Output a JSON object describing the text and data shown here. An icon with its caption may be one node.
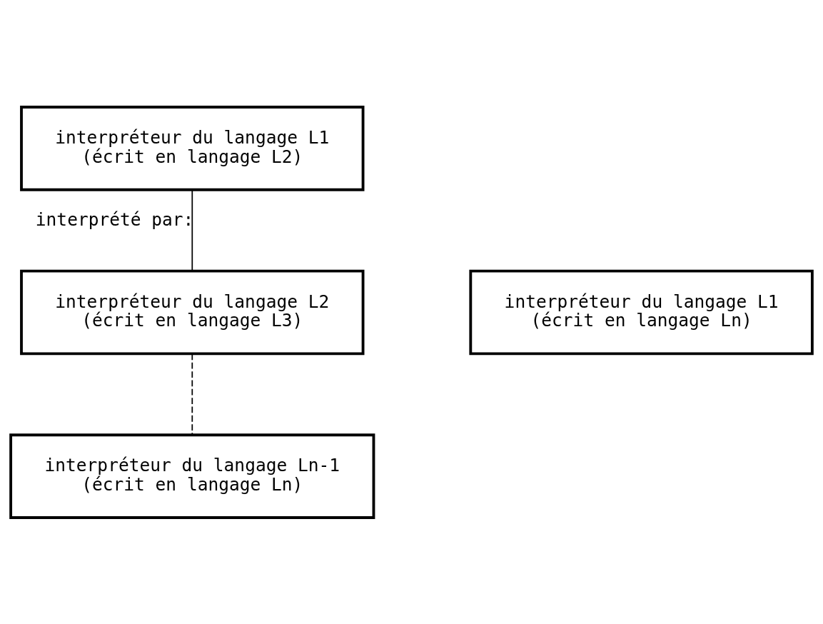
{
  "diagram": {
    "nodes": [
      {
        "text": [
          "interpréteur du langage L1",
          "(écrit en langage L2)"
        ]
      },
      {
        "text": [
          "interpréteur du langage L2",
          "(écrit en langage L3)"
        ]
      },
      {
        "text": [
          "interpréteur du langage Ln-1",
          "(écrit en langage Ln)"
        ]
      },
      {
        "text": [
          "interpréteur du langage L1",
          "(écrit en langage Ln)"
        ]
      }
    ],
    "edges": [
      {
        "from": 0,
        "to": 1,
        "arrow": "none",
        "label": "interprété par:"
      },
      {
        "from": 1,
        "to": 2,
        "arrow": "none",
        "style": "dashed"
      }
    ]
  }
}
